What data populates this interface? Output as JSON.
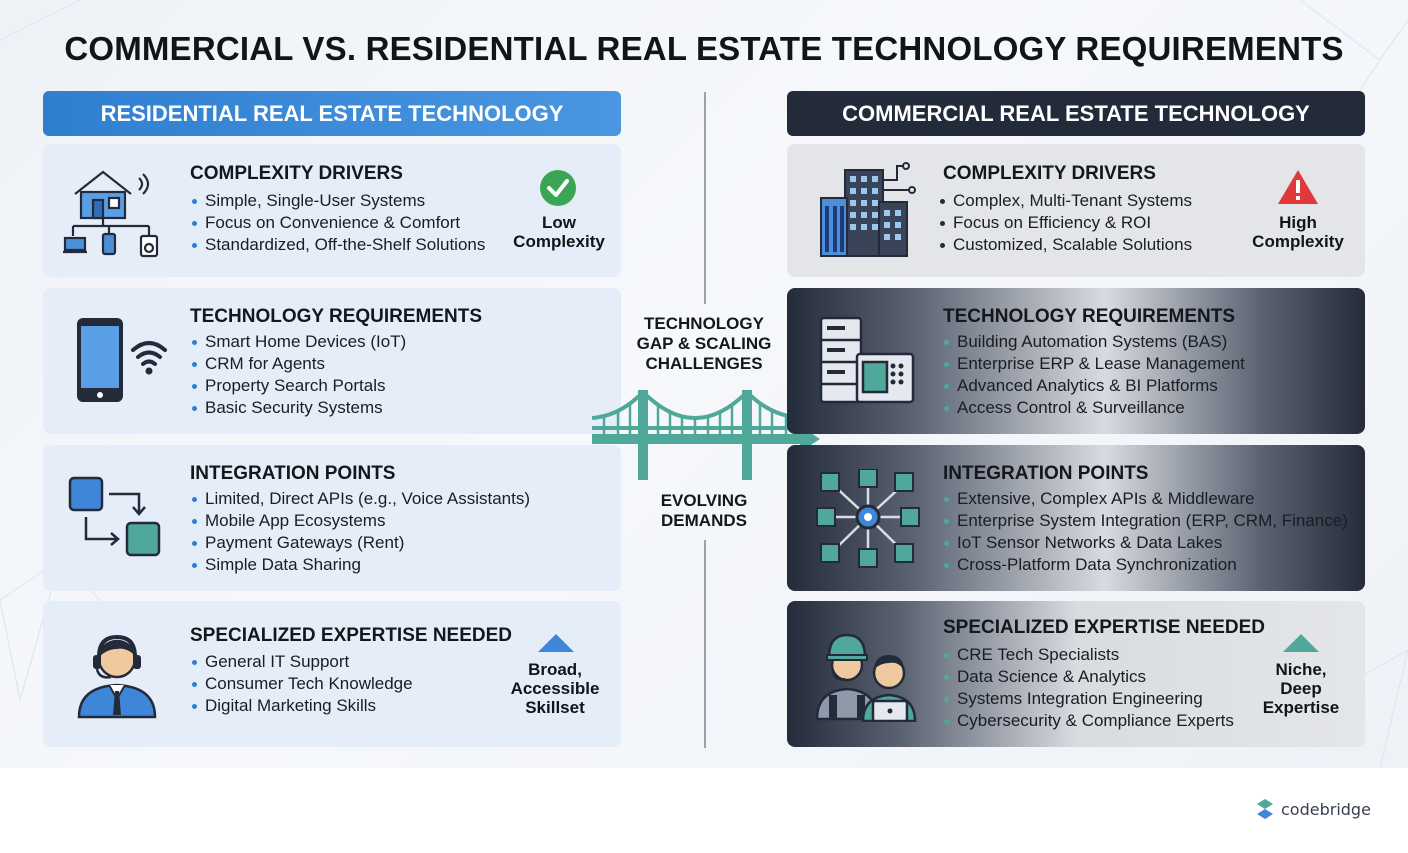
{
  "title": "COMMERCIAL VS. RESIDENTIAL REAL ESTATE TECHNOLOGY REQUIREMENTS",
  "residential": {
    "header": "RESIDENTIAL REAL ESTATE TECHNOLOGY",
    "cards": [
      {
        "title": "COMPLEXITY DRIVERS",
        "items": [
          "Simple, Single-User Systems",
          "Focus on Convenience & Comfort",
          "Standardized, Off-the-Shelf Solutions"
        ],
        "badge": [
          "Low",
          "Complexity"
        ],
        "badge_icon": "green-check-icon",
        "icon": "smart-home-icon"
      },
      {
        "title": "TECHNOLOGY REQUIREMENTS",
        "items": [
          "Smart Home Devices (IoT)",
          "CRM for Agents",
          "Property Search Portals",
          "Basic Security Systems"
        ],
        "icon": "smartphone-wifi-icon"
      },
      {
        "title": "INTEGRATION POINTS",
        "items": [
          "Limited, Direct APIs (e.g., Voice Assistants)",
          "Mobile App Ecosystems",
          "Payment Gateways (Rent)",
          "Simple Data Sharing"
        ],
        "icon": "simple-flow-icon"
      },
      {
        "title": "SPECIALIZED EXPERTISE NEEDED",
        "items": [
          "General IT Support",
          "Consumer Tech Knowledge",
          "Digital Marketing Skills"
        ],
        "badge": [
          "Broad,",
          "Accessible",
          "Skillset"
        ],
        "badge_icon": "blue-triangle-icon",
        "icon": "support-agent-icon"
      }
    ]
  },
  "commercial": {
    "header": "COMMERCIAL REAL ESTATE TECHNOLOGY",
    "cards": [
      {
        "title": "COMPLEXITY DRIVERS",
        "items": [
          "Complex, Multi-Tenant Systems",
          "Focus on Efficiency & ROI",
          "Customized, Scalable Solutions"
        ],
        "badge": [
          "High",
          "Complexity"
        ],
        "badge_icon": "red-warning-icon",
        "icon": "office-building-icon"
      },
      {
        "title": "TECHNOLOGY REQUIREMENTS",
        "items": [
          "Building Automation Systems (BAS)",
          "Enterprise ERP & Lease Management",
          "Advanced Analytics & BI Platforms",
          "Access Control & Surveillance"
        ],
        "icon": "server-control-panel-icon"
      },
      {
        "title": "INTEGRATION POINTS",
        "items": [
          "Extensive, Complex APIs & Middleware",
          "Enterprise System Integration (ERP, CRM, Finance)",
          "IoT Sensor Networks & Data Lakes",
          "Cross-Platform Data Synchronization"
        ],
        "icon": "network-hub-icon"
      },
      {
        "title": "SPECIALIZED EXPERTISE NEEDED",
        "items": [
          "CRE Tech Specialists",
          "Data Science & Analytics",
          "Systems Integration Engineering",
          "Cybersecurity & Compliance Experts"
        ],
        "badge": [
          "Niche,",
          "Deep",
          "Expertise"
        ],
        "badge_icon": "teal-triangle-icon",
        "icon": "engineer-team-icon"
      }
    ]
  },
  "center": {
    "top_text": [
      "TECHNOLOGY",
      "GAP & SCALING",
      "CHALLENGES"
    ],
    "bottom_text": [
      "EVOLVING",
      "DEMANDS"
    ],
    "icon": "bridge-arrow-icon"
  },
  "logo": {
    "text": "codebridge",
    "icon": "codebridge-logo-icon"
  },
  "colors": {
    "residential_accent": "#2f7fd1",
    "commercial_accent": "#232a3a",
    "teal": "#4fa89a",
    "alert_red": "#e0393b",
    "success_green": "#3aa655"
  }
}
